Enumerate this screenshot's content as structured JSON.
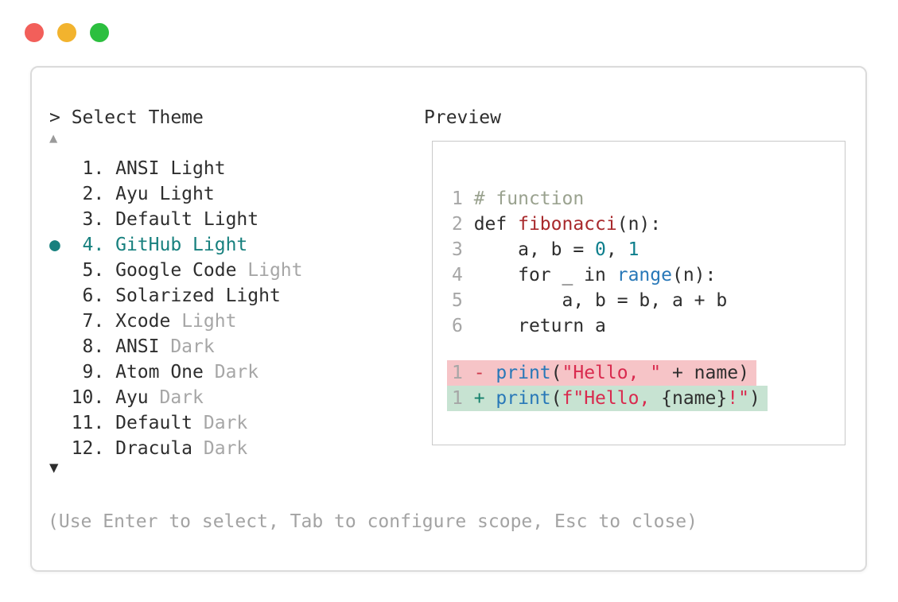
{
  "window": {
    "traffic_lights": [
      {
        "name": "close",
        "color": "#f25f5a"
      },
      {
        "name": "minimize",
        "color": "#f2b32e"
      },
      {
        "name": "zoom",
        "color": "#2cbf3f"
      }
    ]
  },
  "colors": {
    "accent": "#17807e",
    "diff_removed_bg": "#f6c4c7",
    "diff_added_bg": "#c7e3d2"
  },
  "theme_picker": {
    "prompt": "> Select Theme",
    "scroll_up": "▲",
    "scroll_down": "▼",
    "selected_label": "GitHub Light",
    "items": [
      {
        "number": "1.",
        "name": "ANSI Light",
        "muted_suffix": "",
        "selected": false
      },
      {
        "number": "2.",
        "name": "Ayu Light",
        "muted_suffix": "",
        "selected": false
      },
      {
        "number": "3.",
        "name": "Default Light",
        "muted_suffix": "",
        "selected": false
      },
      {
        "number": "4.",
        "name": "GitHub Light",
        "muted_suffix": "",
        "selected": true
      },
      {
        "number": "5.",
        "name": "Google Code",
        "muted_suffix": "Light",
        "selected": false
      },
      {
        "number": "6.",
        "name": "Solarized Light",
        "muted_suffix": "",
        "selected": false
      },
      {
        "number": "7.",
        "name": "Xcode",
        "muted_suffix": "Light",
        "selected": false
      },
      {
        "number": "8.",
        "name": "ANSI",
        "muted_suffix": "Dark",
        "selected": false
      },
      {
        "number": "9.",
        "name": "Atom One",
        "muted_suffix": "Dark",
        "selected": false
      },
      {
        "number": "10.",
        "name": "Ayu",
        "muted_suffix": "Dark",
        "selected": false
      },
      {
        "number": "11.",
        "name": "Default",
        "muted_suffix": "Dark",
        "selected": false
      },
      {
        "number": "12.",
        "name": "Dracula",
        "muted_suffix": "Dark",
        "selected": false
      }
    ],
    "help": "(Use Enter to select, Tab to configure scope, Esc to close)"
  },
  "preview": {
    "title": "Preview",
    "code_lines": [
      {
        "n": "1",
        "tokens": [
          [
            "comment",
            "# function"
          ]
        ]
      },
      {
        "n": "2",
        "tokens": [
          [
            "code",
            "def "
          ],
          [
            "func",
            "fibonacci"
          ],
          [
            "code",
            "(n):"
          ]
        ]
      },
      {
        "n": "3",
        "tokens": [
          [
            "code",
            "    a, b = "
          ],
          [
            "number",
            "0"
          ],
          [
            "code",
            ", "
          ],
          [
            "number",
            "1"
          ]
        ]
      },
      {
        "n": "4",
        "tokens": [
          [
            "code",
            "    for _ in "
          ],
          [
            "builtin",
            "range"
          ],
          [
            "code",
            "(n):"
          ]
        ]
      },
      {
        "n": "5",
        "tokens": [
          [
            "code",
            "        a, b = b, a + b"
          ]
        ]
      },
      {
        "n": "6",
        "tokens": [
          [
            "code",
            "    return a"
          ]
        ]
      }
    ],
    "diff_lines": [
      {
        "n": "1",
        "kind": "removed",
        "tokens": [
          [
            "minus",
            "- "
          ],
          [
            "builtin",
            "print"
          ],
          [
            "code",
            "("
          ],
          [
            "string",
            "\"Hello, \""
          ],
          [
            "code",
            " + name)"
          ]
        ]
      },
      {
        "n": "1",
        "kind": "added",
        "tokens": [
          [
            "plus",
            "+ "
          ],
          [
            "builtin",
            "print"
          ],
          [
            "code",
            "("
          ],
          [
            "string",
            "f\"Hello, "
          ],
          [
            "code",
            "{name}"
          ],
          [
            "string",
            "!\""
          ],
          [
            "code",
            ")"
          ]
        ]
      }
    ]
  }
}
